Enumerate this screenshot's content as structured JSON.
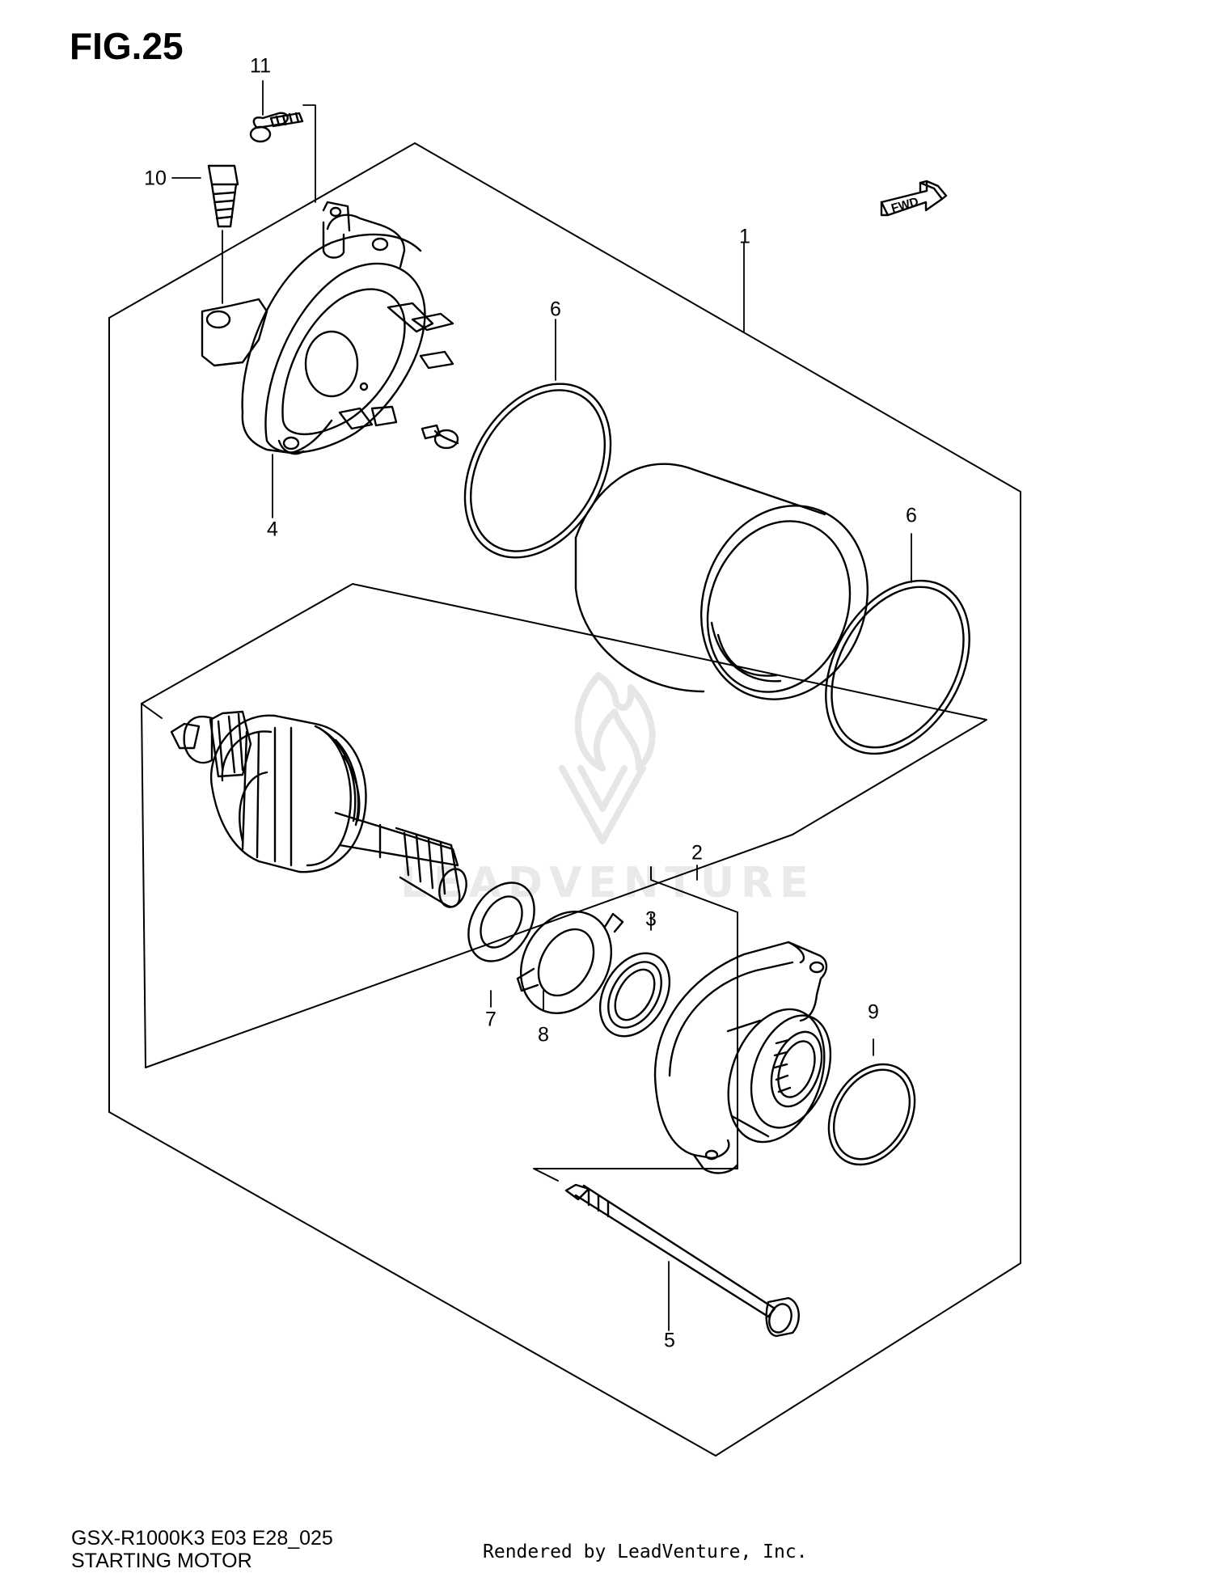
{
  "figure": {
    "title": "FIG.25"
  },
  "callouts": [
    {
      "id": "1",
      "label": "1"
    },
    {
      "id": "2",
      "label": "2"
    },
    {
      "id": "3",
      "label": "3"
    },
    {
      "id": "4",
      "label": "4"
    },
    {
      "id": "5",
      "label": "5"
    },
    {
      "id": "6a",
      "label": "6"
    },
    {
      "id": "6b",
      "label": "6"
    },
    {
      "id": "7",
      "label": "7"
    },
    {
      "id": "8",
      "label": "8"
    },
    {
      "id": "9",
      "label": "9"
    },
    {
      "id": "10",
      "label": "10"
    },
    {
      "id": "11",
      "label": "11"
    }
  ],
  "fwd_badge": {
    "label": "FWD",
    "icon": "forward-arrow-icon"
  },
  "footer": {
    "model_code": "GSX-R1000K3 E03 E28_025",
    "assembly_name": "STARTING MOTOR",
    "credit": "Rendered by LeadVenture, Inc."
  },
  "watermark": {
    "text": "LEADVENTURE",
    "icon": "flame-logo-icon"
  },
  "colors": {
    "line": "#000000",
    "watermark": "#e6e6e6"
  }
}
